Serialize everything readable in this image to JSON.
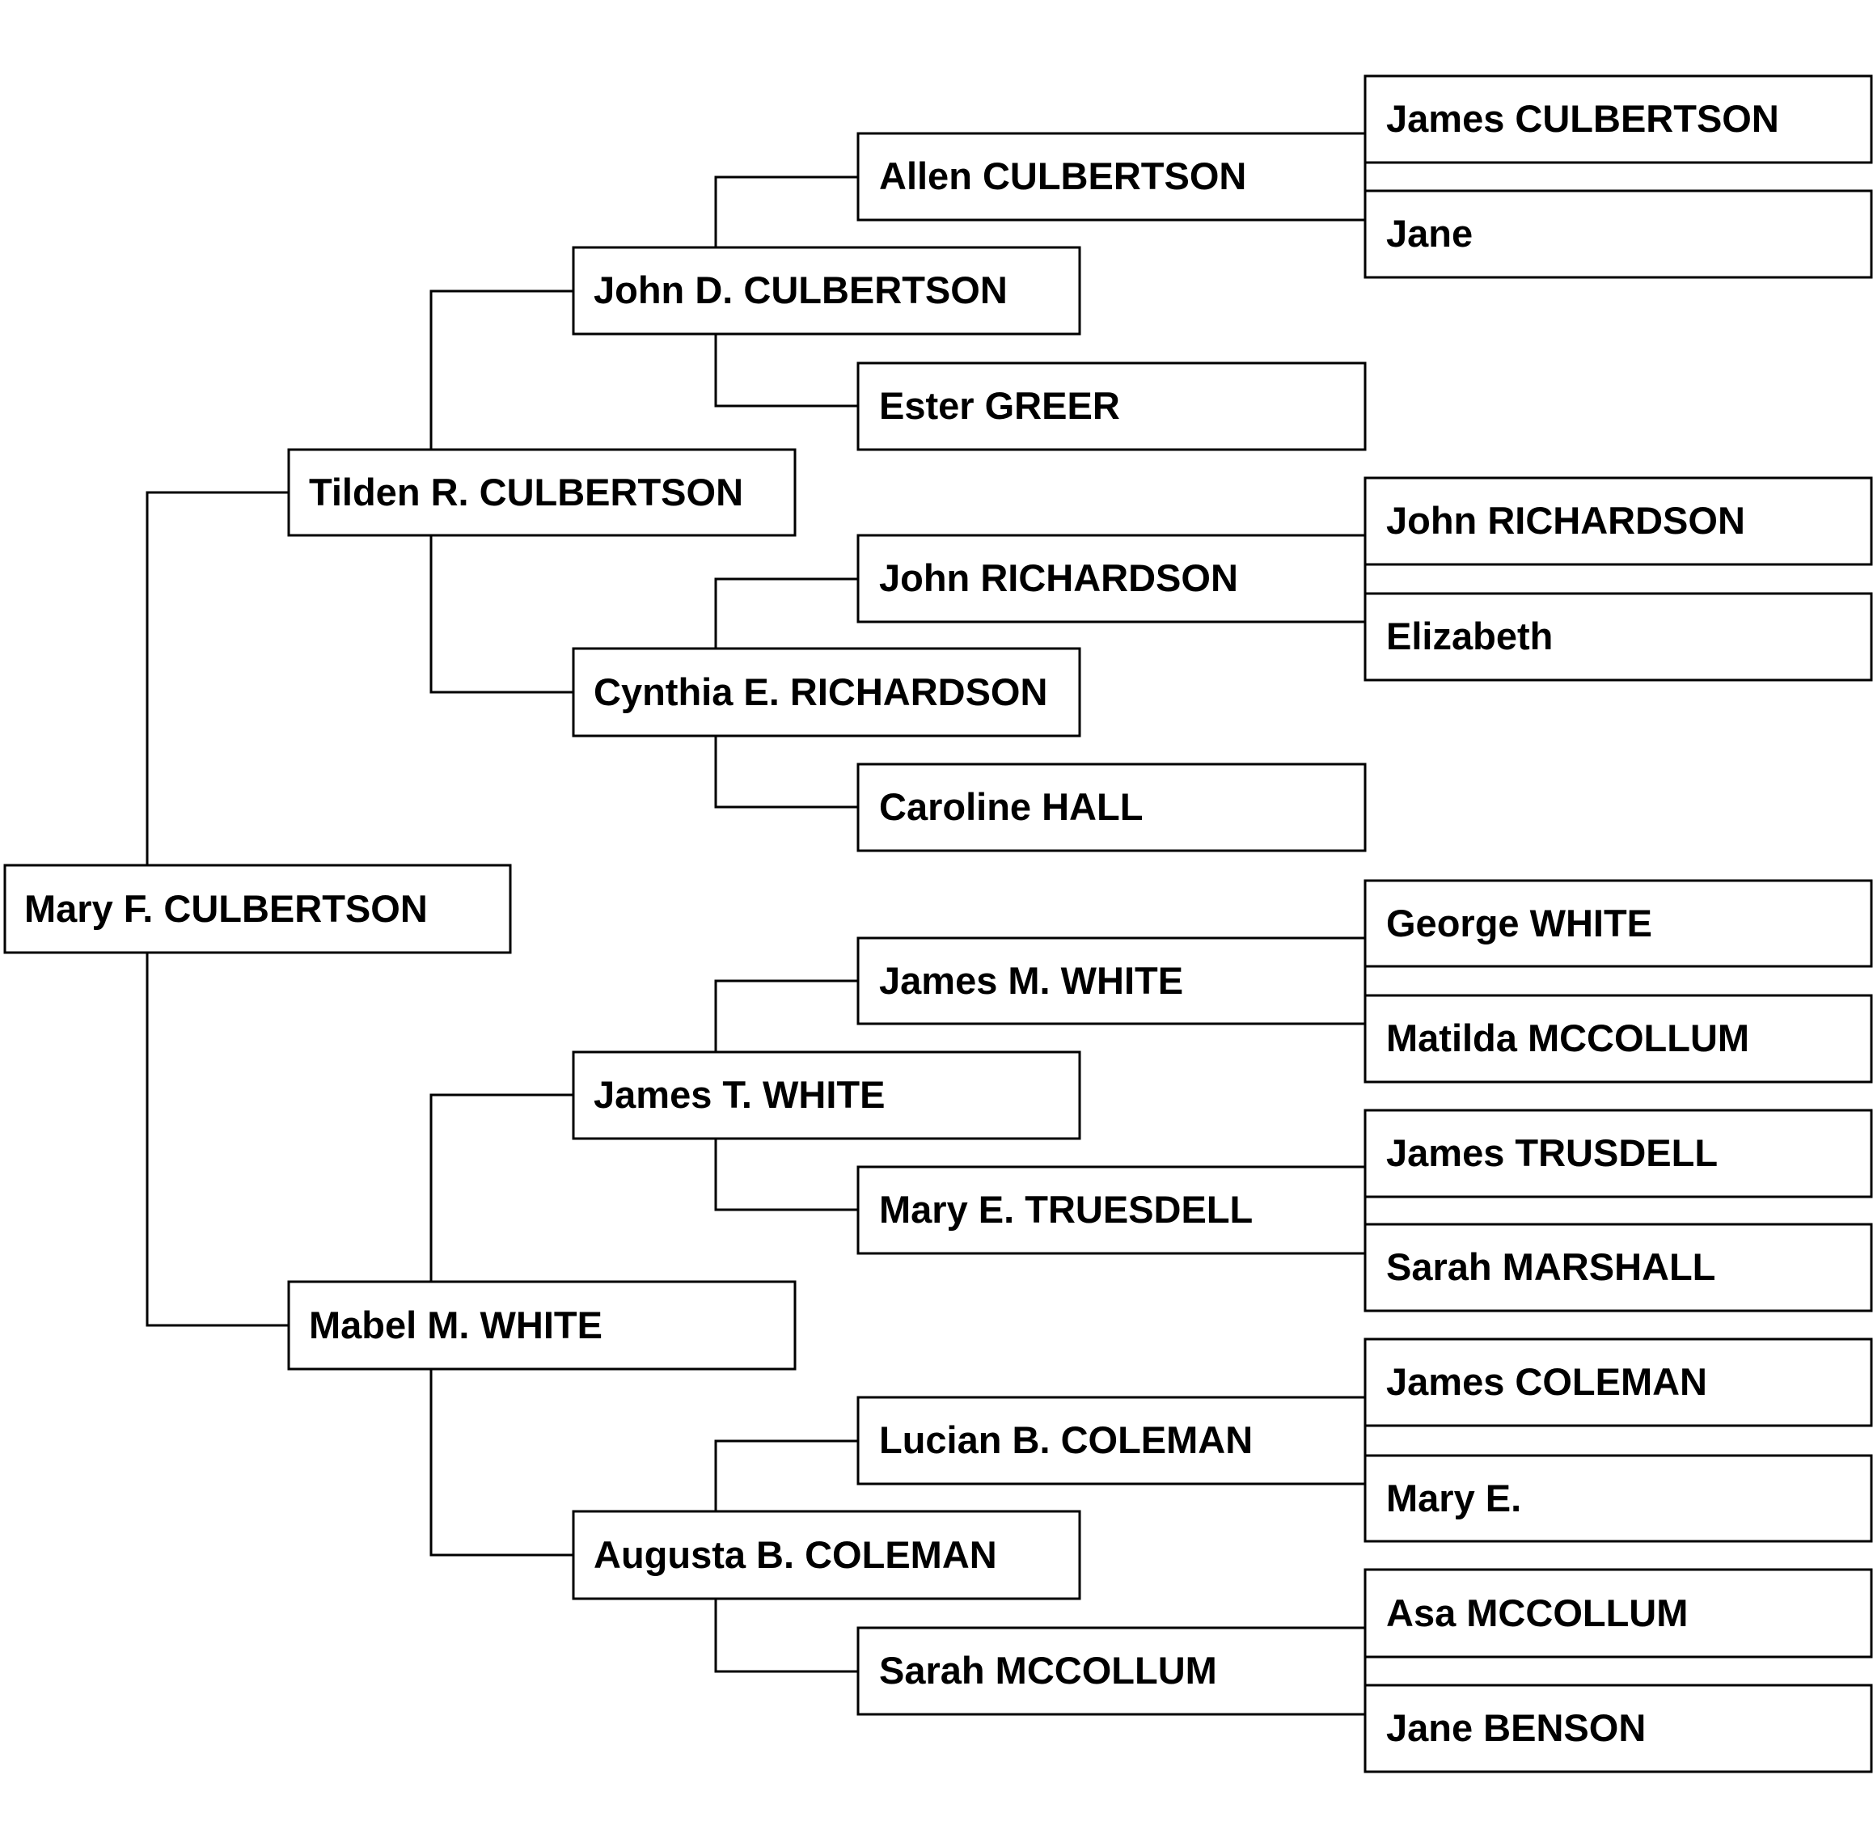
{
  "pedigree": {
    "root": "Mary F. CULBERTSON",
    "father": "Tilden R. CULBERTSON",
    "mother": "Mabel M. WHITE",
    "paternal_grandfather": "John D. CULBERTSON",
    "paternal_grandmother": "Cynthia E. RICHARDSON",
    "maternal_grandfather": "James T. WHITE",
    "maternal_grandmother": "Augusta B. COLEMAN",
    "gen3": {
      "allen": "Allen CULBERTSON",
      "ester": "Ester GREER",
      "john_r": "John RICHARDSON",
      "caroline": "Caroline HALL",
      "james_m": "James M. WHITE",
      "mary_e_t": "Mary E. TRUESDELL",
      "lucian": "Lucian B. COLEMAN",
      "sarah_mc": "Sarah MCCOLLUM"
    },
    "gen4": {
      "james_c": "James CULBERTSON",
      "jane": "Jane",
      "john_r2": "John RICHARDSON",
      "elizabeth": "Elizabeth",
      "george": "George WHITE",
      "matilda": "Matilda MCCOLLUM",
      "james_t": "James TRUSDELL",
      "sarah_m": "Sarah MARSHALL",
      "james_col": "James COLEMAN",
      "mary_e": "Mary E.",
      "asa": "Asa MCCOLLUM",
      "jane_b": "Jane BENSON"
    }
  }
}
